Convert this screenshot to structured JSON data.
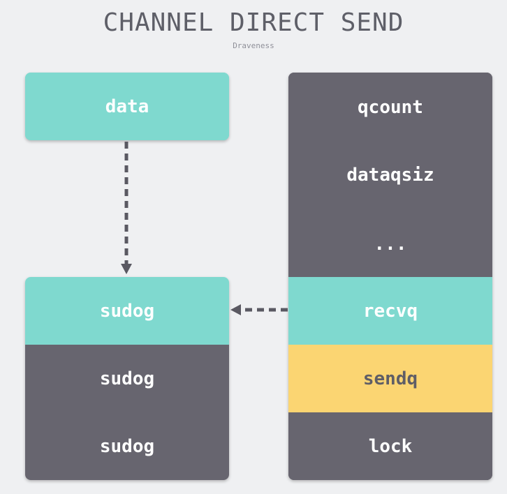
{
  "title": "CHANNEL DIRECT SEND",
  "subtitle": "Draveness",
  "data_box": {
    "label": "data"
  },
  "sudog_list": [
    "sudog",
    "sudog",
    "sudog"
  ],
  "hchan_fields": [
    "qcount",
    "dataqsiz",
    "...",
    "recvq",
    "sendq",
    "lock"
  ],
  "colors": {
    "teal": "#7fd9cf",
    "dark": "#67656f",
    "yellow": "#fbd572",
    "arrow": "#5a5962"
  }
}
